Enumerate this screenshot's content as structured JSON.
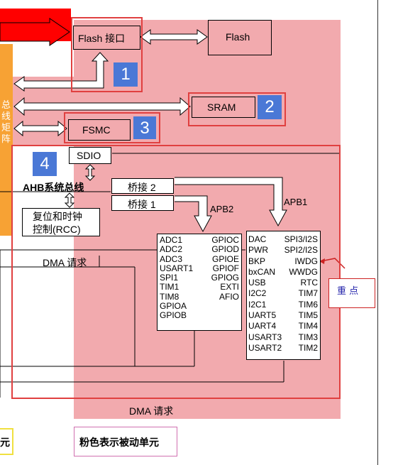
{
  "colors": {
    "pink_region": "#f2aaae",
    "orange_bus": "#f7a234",
    "red_bar": "#ff0000",
    "highlight_border": "#e04040",
    "badge_blue": "#4a78d6",
    "note_border": "#cc2222",
    "note_text": "#2222aa",
    "legend_border": "#d070b0"
  },
  "diagram": {
    "flash_interface": "Flash 接口",
    "flash": "Flash",
    "sram": "SRAM",
    "fsmc": "FSMC",
    "sdio": "SDIO",
    "ahb_bus": "AHB系统总线",
    "rcc_line1": "复位和时钟",
    "rcc_line2": "控制(RCC)",
    "bridge2": "桥接 2",
    "bridge1": "桥接 1",
    "apb2_label": "APB2",
    "apb1_label": "APB1",
    "dma_request_top": "DMA 请求",
    "dma_request_bottom": "DMA 请求",
    "left_bus_text": "总线矩阵",
    "badges": [
      "1",
      "2",
      "3",
      "4"
    ],
    "apb2_col1": [
      "ADC1",
      "ADC2",
      "ADC3",
      "USART1",
      "SPI1",
      "TIM1",
      "TIM8",
      "GPIOA",
      "GPIOB"
    ],
    "apb2_col2": [
      "GPIOC",
      "GPIOD",
      "GPIOE",
      "GPIOF",
      "GPIOG",
      "EXTI",
      "AFIO"
    ],
    "apb1_col1": [
      "DAC",
      "PWR",
      "BKP",
      "bxCAN",
      "USB",
      "I2C2",
      "I2C1",
      "UART5",
      "UART4",
      "USART3",
      "USART2"
    ],
    "apb1_col2": [
      "SPI3/I2S",
      "SPI2/I2S",
      "IWDG",
      "WWDG",
      "RTC",
      "TIM7",
      "TIM6",
      "TIM5",
      "TIM4",
      "TIM3",
      "TIM2"
    ],
    "key_note": "重 点",
    "legend": "粉色表示被动单元",
    "bottom_left_fragment": "元"
  }
}
